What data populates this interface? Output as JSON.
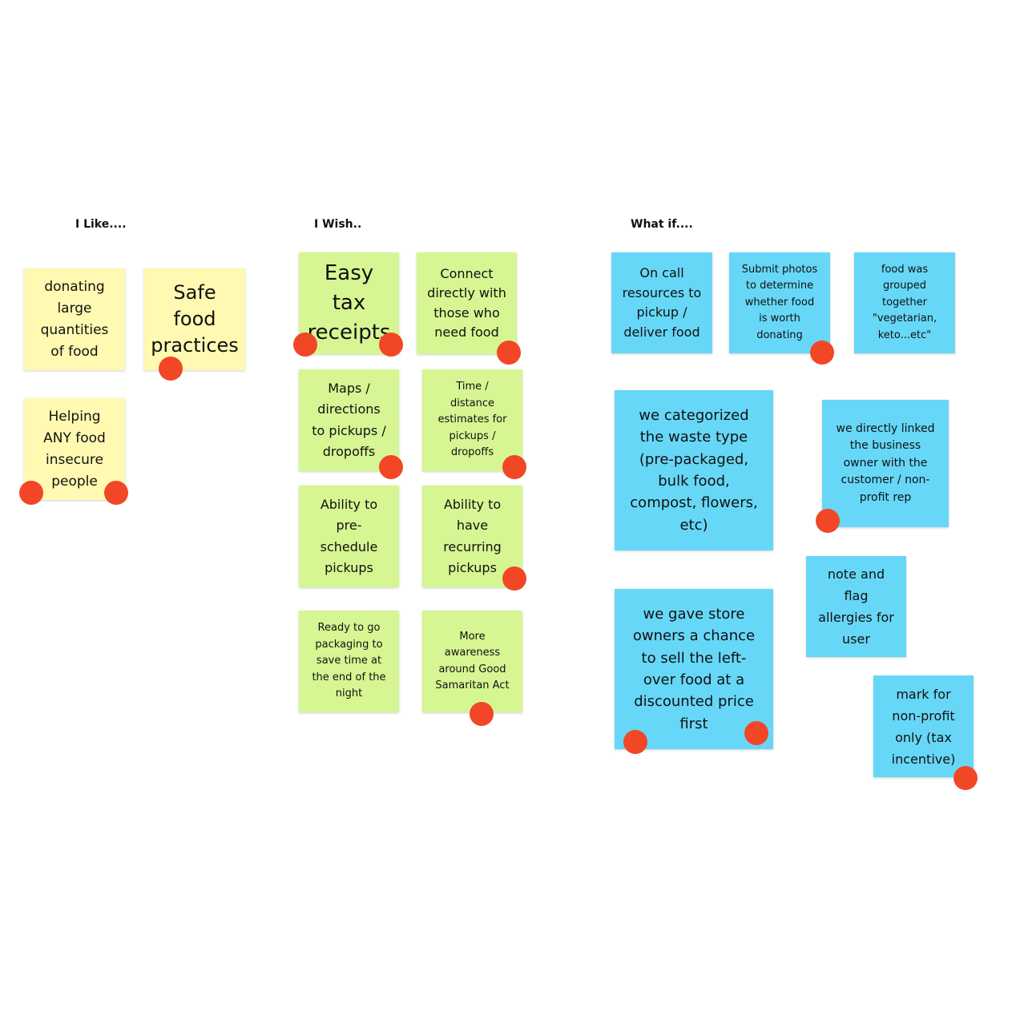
{
  "headings": {
    "like": "I Like....",
    "wish": "I Wish..",
    "whatif": "What if...."
  },
  "colors": {
    "like_note": "#fff9b1",
    "wish_note": "#d5f692",
    "whatif_note": "#67d7f7",
    "vote_dot": "#f24726"
  },
  "notes": {
    "like": [
      {
        "text": "donating\nlarge\nquantities\nof food",
        "votes": 0
      },
      {
        "text": "Safe\nfood\npractices",
        "votes": 1
      },
      {
        "text": "Helping\nANY food\ninsecure\npeople",
        "votes": 2
      }
    ],
    "wish": [
      {
        "text": "Easy tax\nreceipts",
        "votes": 2
      },
      {
        "text": "Connect\ndirectly with\nthose who\nneed food",
        "votes": 1
      },
      {
        "text": "Maps /\ndirections\nto pickups /\ndropoffs",
        "votes": 1
      },
      {
        "text": "Time /\ndistance\nestimates for\npickups /\ndropoffs",
        "votes": 1
      },
      {
        "text": "Ability to\npre-\nschedule\npickups",
        "votes": 0
      },
      {
        "text": "Ability to\nhave\nrecurring\npickups",
        "votes": 1
      },
      {
        "text": "Ready to go\npackaging to\nsave time at\nthe end of the\nnight",
        "votes": 0
      },
      {
        "text": "More\nawareness\naround Good\nSamaritan Act",
        "votes": 1
      }
    ],
    "whatif": [
      {
        "text": "On call\nresources to\npickup /\ndeliver food",
        "votes": 0
      },
      {
        "text": "Submit photos\nto determine\nwhether food\nis worth\ndonating",
        "votes": 1
      },
      {
        "text": "food was\ngrouped\ntogether\n\"vegetarian,\nketo...etc\"",
        "votes": 0
      },
      {
        "text": "we categorized\nthe waste type\n(pre-packaged,\nbulk food,\ncompost, flowers,\netc)",
        "votes": 0
      },
      {
        "text": "we directly linked\nthe business\nowner with the\ncustomer / non-\nprofit rep",
        "votes": 1
      },
      {
        "text": "note and\nflag\nallergies for\nuser",
        "votes": 0
      },
      {
        "text": "we gave store\nowners a chance\nto sell the left-\nover food at a\ndiscounted price\nfirst",
        "votes": 2
      },
      {
        "text": "mark for\nnon-profit\nonly (tax\nincentive)",
        "votes": 1
      }
    ]
  }
}
